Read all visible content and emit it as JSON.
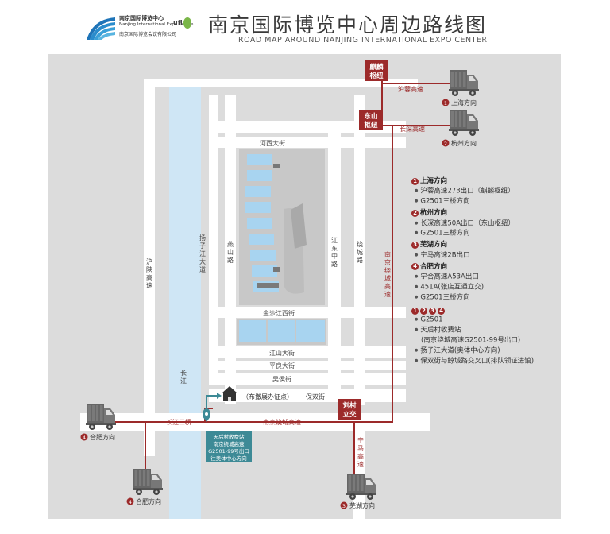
{
  "header": {
    "title": "南京国际博览中心周边路线图",
    "subtitle": "ROAD MAP AROUND NANJING INTERNATIONAL EXPO CENTER",
    "logo_line1": "南京国际博览中心",
    "logo_line2": "Nanjing International Expo Centre",
    "logo_line3": "南京国际博览会议有限公司",
    "logo_ufi": "ufi"
  },
  "map": {
    "roads": {
      "huning": "沪蓉高速",
      "changshen": "长深高速",
      "hexi": "河西大街",
      "jinshajiangxi": "金沙江西街",
      "jiangshan": "江山大街",
      "pingliang": "平良大街",
      "houjie": "吴侯街",
      "baoshuang": "保双街",
      "yangzijiang": "扬子江大道",
      "yanshan": "燕山路",
      "jiangdongzhong": "江东中路",
      "raocheng": "绕城路",
      "hushan": "沪陕高速",
      "ningjingraocheng": "南京绕城高速",
      "changjiangsanqiao": "长江三桥",
      "ningma": "宁马高速",
      "nanjing_raocheng_vertical": "南京绕城高速",
      "changjiang": "长江"
    },
    "hubs": {
      "qilin": "麒麟\n枢纽",
      "dongshan": "东山\n枢纽",
      "liucun": "刘村\n立交"
    },
    "place_label": "（布撤展办证点）",
    "info_box": [
      "天后村收费站",
      "南京绕城高速",
      "G2501-99号出口",
      "往奥体中心方向"
    ],
    "destinations": [
      {
        "num": "1",
        "label": "上海方向"
      },
      {
        "num": "2",
        "label": "杭州方向"
      },
      {
        "num": "3",
        "label": "芜湖方向"
      },
      {
        "num": "4",
        "label": "合肥方向"
      },
      {
        "num": "4",
        "label": "合肥方向"
      }
    ]
  },
  "legend": [
    {
      "nums": [
        "1"
      ],
      "title": "上海方向",
      "items": [
        "沪蓉高速273出口（麒麟枢纽）",
        "G2501三桥方向"
      ]
    },
    {
      "nums": [
        "2"
      ],
      "title": "杭州方向",
      "items": [
        "长深高速50A出口（东山枢纽）",
        "G2501三桥方向"
      ]
    },
    {
      "nums": [
        "3"
      ],
      "title": "芜湖方向",
      "items": [
        "宁马高速2B出口"
      ]
    },
    {
      "nums": [
        "4"
      ],
      "title": "合肥方向",
      "items": [
        "宁合高速A53A出口",
        "451A(张店互通立交)",
        "G2501三桥方向"
      ]
    },
    {
      "nums": [
        "1",
        "2",
        "3",
        "4"
      ],
      "title": "",
      "items": [
        "G2501",
        "天后村收费站",
        "(南京绕城高速G2501-99号出口)",
        "扬子江大道(奥体中心方向)",
        "保双街与鲸城路交叉口(排队领证进馆)"
      ]
    }
  ],
  "colors": {
    "route": "#9c2a2a",
    "road": "#ffffff",
    "river": "#cfe6f5",
    "background": "#dcdcdc",
    "teal": "#3d8a96",
    "building": "#a8d4f0"
  }
}
